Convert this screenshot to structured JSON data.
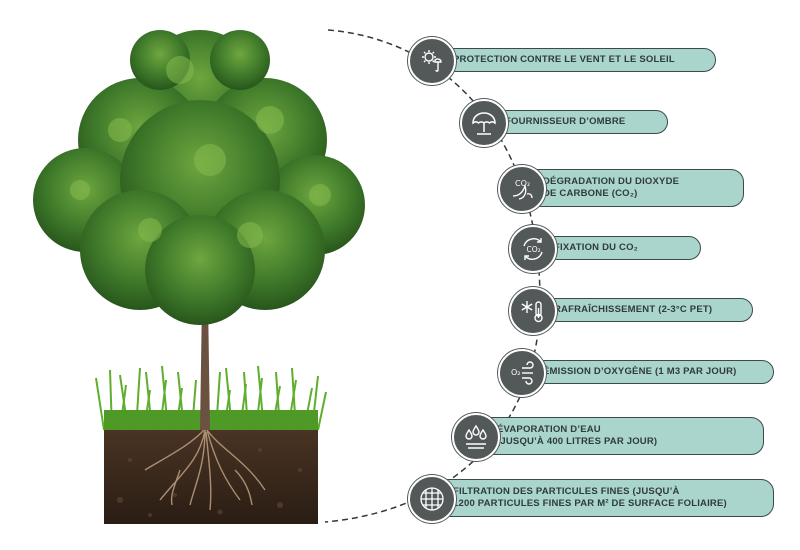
{
  "benefits": [
    {
      "id": "wind-sun",
      "label": "PROTECTION CONTRE LE VENT ET LE SOLEIL",
      "icon": "sun-cloud-umbrella-icon"
    },
    {
      "id": "shade",
      "label": "FOURNISSEUR D’OMBRE",
      "icon": "umbrella-icon"
    },
    {
      "id": "co2-degradation",
      "label_line1": "DÉGRADATION DU DIOXYDE",
      "label_line2": "DE CARBONE (CO₂)",
      "icon": "co2-leaf-icon"
    },
    {
      "id": "co2-fixation",
      "label": "FIXATION DU CO₂",
      "icon": "co2-cycle-icon"
    },
    {
      "id": "cooling",
      "label": "RAFRAÎCHISSEMENT (2-3°C PET)",
      "icon": "snowflake-thermometer-icon"
    },
    {
      "id": "oxygen",
      "label": "ÉMISSION D’OXYGÈNE (1 M3 PAR JOUR)",
      "icon": "o2-wind-icon"
    },
    {
      "id": "evaporation",
      "label_line1": "ÉVAPORATION D’EAU",
      "label_line2": "(JUSQU’À 400 LITRES PAR JOUR)",
      "icon": "water-drops-icon"
    },
    {
      "id": "particles",
      "label_line1": "FILTRATION DES PARTICULES FINES (JUSQU’À",
      "label_line2": "1200 PARTICULES FINES PAR M² DE SURFACE FOLIAIRE)",
      "icon": "filter-grid-icon"
    }
  ],
  "icon_labels": {
    "co2_a": "CO₂",
    "co2_b": "CO₂",
    "o2": "O₂"
  },
  "colors": {
    "pill": "#a9d5cc",
    "icon_bg": "#535959",
    "outline": "#3d4a4b",
    "foliage": "#3f7a2a",
    "soil": "#3b2a1f",
    "grass": "#5fae2e"
  }
}
